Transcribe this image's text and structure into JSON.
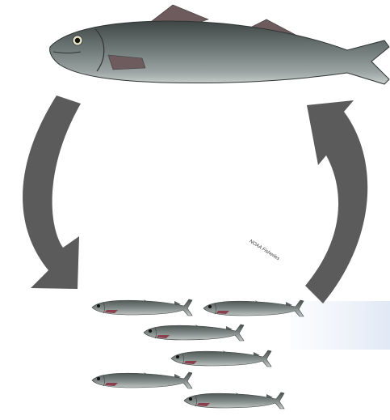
{
  "diagram": {
    "credit": "NOAA Fisheries",
    "colors": {
      "arrow": "#5b5b5b",
      "fish_body": "#6f7a78",
      "fish_back": "#3f4645",
      "fish_belly": "#c9cfcd",
      "fin": "#6e5b5d",
      "gill": "#8a3f4e",
      "glare": "#e8eef8"
    },
    "nodes": [
      {
        "id": "adult-fish",
        "count": 1
      },
      {
        "id": "juvenile-fish-school",
        "count": 6
      }
    ],
    "edges": [
      {
        "from": "adult-fish",
        "to": "juvenile-fish-school",
        "icon": "curved-arrow-down"
      },
      {
        "from": "juvenile-fish-school",
        "to": "adult-fish",
        "icon": "curved-arrow-up"
      }
    ]
  }
}
